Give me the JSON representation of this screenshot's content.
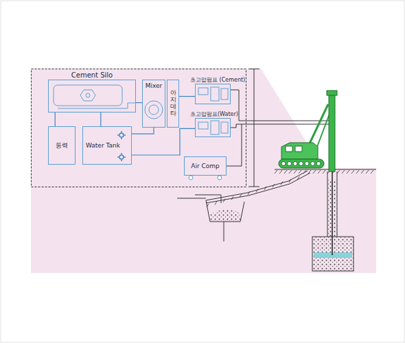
{
  "diagram": {
    "nodes": [
      {
        "text": [
          "Cement Silo"
        ]
      },
      {
        "text": [
          "Mixer"
        ]
      },
      {
        "text": [
          "아지데타"
        ]
      },
      {
        "text": [
          "동력"
        ]
      },
      {
        "text": [
          "Water Tank"
        ]
      },
      {
        "text": [
          "초고압펌프 (Cement)"
        ]
      },
      {
        "text": [
          "초고압펌프(Water)"
        ]
      },
      {
        "text": [
          "Air Comp"
        ]
      }
    ],
    "edges": [
      {
        "from": 0,
        "to": 1,
        "arrow": "none"
      },
      {
        "from": 0,
        "to": 3,
        "arrow": "none"
      },
      {
        "from": 0,
        "to": 4,
        "arrow": "none"
      },
      {
        "from": 4,
        "to": 1,
        "arrow": "none"
      },
      {
        "from": 2,
        "to": 5,
        "arrow": "none"
      },
      {
        "from": 4,
        "to": 6,
        "arrow": "none"
      }
    ]
  }
}
